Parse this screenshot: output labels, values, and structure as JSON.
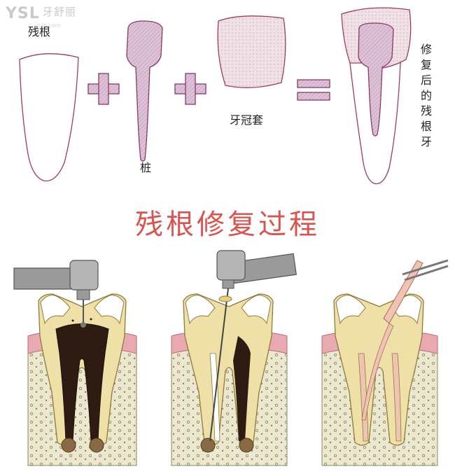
{
  "watermark": {
    "logo": "YSL",
    "name": "牙舒丽",
    "url": "yslw.com"
  },
  "labels": {
    "residual_root": "残根",
    "post": "桩",
    "crown": "牙冠套",
    "result": [
      "修",
      "复",
      "后",
      "的",
      "残",
      "根",
      "牙"
    ]
  },
  "title": "残根修复过程",
  "colors": {
    "title": "#d9534f",
    "outline": "#9b3b6b",
    "post_fill": "#dcc3d8",
    "crown_fill": "#eddbe0",
    "tooth_yellow": "#efe0a8",
    "pulp_dark": "#2e1b12",
    "gum": "#e9a9b0",
    "bone": "#ece7cf",
    "instrument": "#9a9a9a",
    "pink_filling": "#f0c4b2"
  }
}
